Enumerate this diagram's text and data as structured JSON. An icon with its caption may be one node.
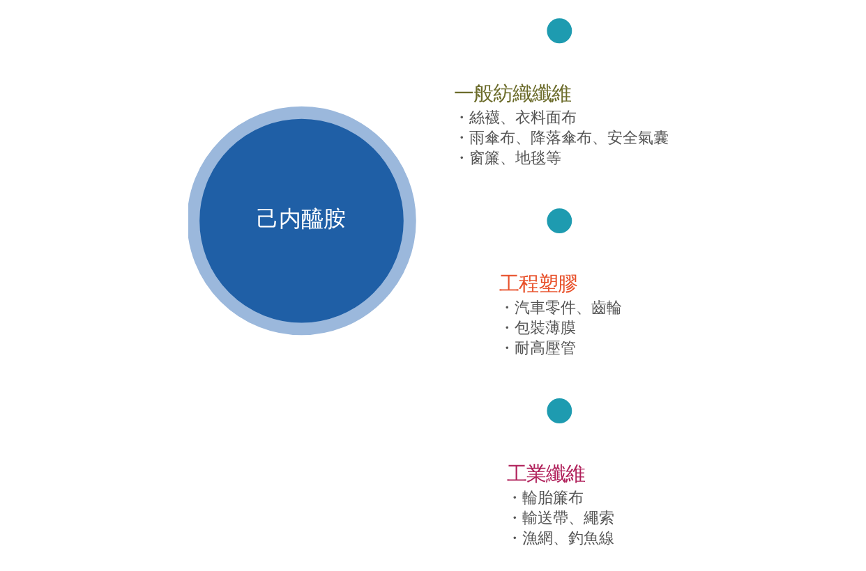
{
  "diagram": {
    "nodes": [
      {
        "text": [
          "己内醯胺"
        ]
      },
      {
        "text": [],
        "shape": "circle"
      },
      {
        "text": [
          "一般紡織纖維",
          "・絲襪、衣料面布",
          "・雨傘布、降落傘布、安全氣囊",
          "・窗簾、地毯等"
        ]
      },
      {
        "text": [],
        "shape": "circle"
      },
      {
        "text": [
          "工程塑膠",
          "・汽車零件、齒輪",
          "・包裝薄膜",
          "・耐高壓管"
        ]
      },
      {
        "text": [],
        "shape": "circle"
      },
      {
        "text": [
          "工業纖維",
          "・輪胎簾布",
          "・輸送帶、繩索",
          "・漁網、釣魚線"
        ]
      }
    ],
    "edges": []
  }
}
